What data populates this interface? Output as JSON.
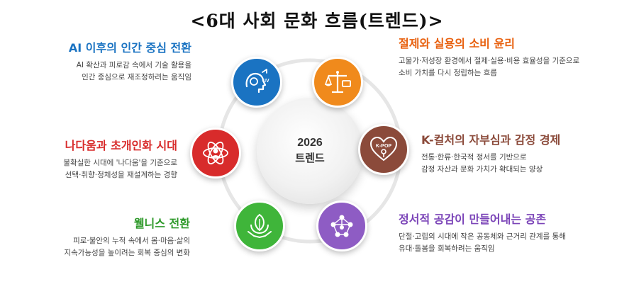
{
  "title": "<6대 사회 문화 흐름(트렌드)>",
  "center": {
    "year": "2026",
    "label": "트렌드"
  },
  "colors": {
    "blue": "#1a73c2",
    "orange": "#f08a1c",
    "red": "#d82b2b",
    "brown": "#8b4a3a",
    "green": "#3fb53a",
    "purple": "#8e5cc4",
    "ring": "#e6e6e6"
  },
  "trends": [
    {
      "title": "AI 이후의 인간 중심 전환",
      "desc1": "AI 확산과 피로감 속에서 기술 활용을",
      "desc2": "인간 중심으로 재조정하려는 움직임",
      "icon": "ai-brain-icon"
    },
    {
      "title": "절제와 실용의 소비 윤리",
      "desc1": "고물가·저성장 환경에서 절제·실용·비용 효율성을 기준으로",
      "desc2": "소비 가치를 다시 정립하는 흐름",
      "icon": "balance-scale-icon"
    },
    {
      "title": "나다움과 초개인화 시대",
      "desc1": "불확실한 시대에 '나다움'을 기준으로",
      "desc2": "선택·취향·정체성을 재설계하는 경향",
      "icon": "atom-person-icon"
    },
    {
      "title": "K-컬처의 자부심과 감정 경제",
      "desc1": "전통·한류·한국적 정서를 기반으로",
      "desc2": "감정 자산과 문화 가치가 확대되는 양상",
      "icon": "kpop-heart-icon",
      "icon_text": "K-POP"
    },
    {
      "title": "웰니스 전환",
      "desc1": "피로·불안의 누적 속에서 몸·마음·삶의",
      "desc2": "지속가능성을 높이려는 회복 중심의 변화",
      "icon": "wellness-leaf-icon"
    },
    {
      "title": "정서적 공감이 만들어내는 공존",
      "desc1": "단절·고립의 시대에 작은 공동체와 근거리 관계를 통해",
      "desc2": "유대·돌봄을 회복하려는 움직임",
      "icon": "network-people-icon"
    }
  ]
}
